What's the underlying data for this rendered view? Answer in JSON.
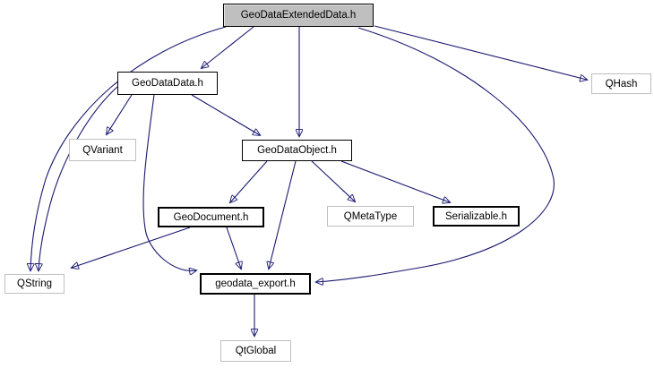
{
  "diagram": {
    "kind": "include-dependency-graph",
    "root": "GeoDataExtendedData.h",
    "colors": {
      "edge": "#191970",
      "current_fill": "#bfbfbf",
      "border_project": "#000000",
      "border_external": "#bfbfbf",
      "background": "#ffffff",
      "text": "#000000"
    },
    "nodes": [
      {
        "id": "GeoDataExtendedData.h",
        "label": "GeoDataExtendedData.h",
        "kind": "current"
      },
      {
        "id": "GeoDataData.h",
        "label": "GeoDataData.h",
        "kind": "project"
      },
      {
        "id": "QHash",
        "label": "QHash",
        "kind": "external"
      },
      {
        "id": "QVariant",
        "label": "QVariant",
        "kind": "external"
      },
      {
        "id": "GeoDataObject.h",
        "label": "GeoDataObject.h",
        "kind": "project"
      },
      {
        "id": "GeoDocument.h",
        "label": "GeoDocument.h",
        "kind": "project"
      },
      {
        "id": "QMetaType",
        "label": "QMetaType",
        "kind": "external"
      },
      {
        "id": "Serializable.h",
        "label": "Serializable.h",
        "kind": "project"
      },
      {
        "id": "QString",
        "label": "QString",
        "kind": "external"
      },
      {
        "id": "geodata_export.h",
        "label": "geodata_export.h",
        "kind": "project"
      },
      {
        "id": "QtGlobal",
        "label": "QtGlobal",
        "kind": "external"
      }
    ],
    "edges": [
      {
        "from": "GeoDataExtendedData.h",
        "to": "GeoDataData.h"
      },
      {
        "from": "GeoDataExtendedData.h",
        "to": "GeoDataObject.h"
      },
      {
        "from": "GeoDataExtendedData.h",
        "to": "QHash"
      },
      {
        "from": "GeoDataExtendedData.h",
        "to": "QString"
      },
      {
        "from": "GeoDataExtendedData.h",
        "to": "geodata_export.h"
      },
      {
        "from": "GeoDataData.h",
        "to": "QVariant"
      },
      {
        "from": "GeoDataData.h",
        "to": "GeoDataObject.h"
      },
      {
        "from": "GeoDataData.h",
        "to": "QString"
      },
      {
        "from": "GeoDataData.h",
        "to": "geodata_export.h"
      },
      {
        "from": "GeoDataObject.h",
        "to": "GeoDocument.h"
      },
      {
        "from": "GeoDataObject.h",
        "to": "QMetaType"
      },
      {
        "from": "GeoDataObject.h",
        "to": "Serializable.h"
      },
      {
        "from": "GeoDataObject.h",
        "to": "geodata_export.h"
      },
      {
        "from": "GeoDocument.h",
        "to": "QString"
      },
      {
        "from": "GeoDocument.h",
        "to": "geodata_export.h"
      },
      {
        "from": "geodata_export.h",
        "to": "QtGlobal"
      }
    ]
  }
}
